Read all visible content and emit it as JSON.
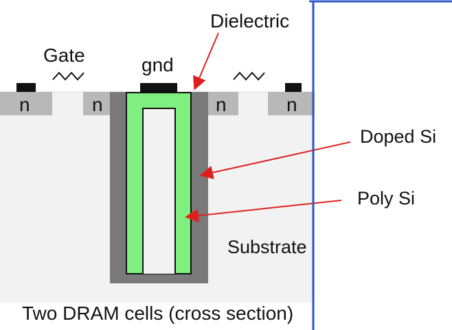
{
  "diagram": {
    "labels": {
      "dielectric": "Dielectric",
      "gate": "Gate",
      "gnd": "gnd",
      "doped_si": "Doped Si",
      "poly_si": "Poly Si",
      "substrate": "Substrate",
      "caption": "Two DRAM cells (cross section)"
    },
    "n_regions": [
      "n",
      "n",
      "n",
      "n"
    ],
    "colors": {
      "substrate": "#f2f2f2",
      "n_region": "#b8b8b8",
      "doped_si": "#7a7a7a",
      "poly_si": "#7ff07f",
      "contact": "#111111",
      "arrow": "#e02020",
      "frame": "#2c57c8"
    }
  }
}
